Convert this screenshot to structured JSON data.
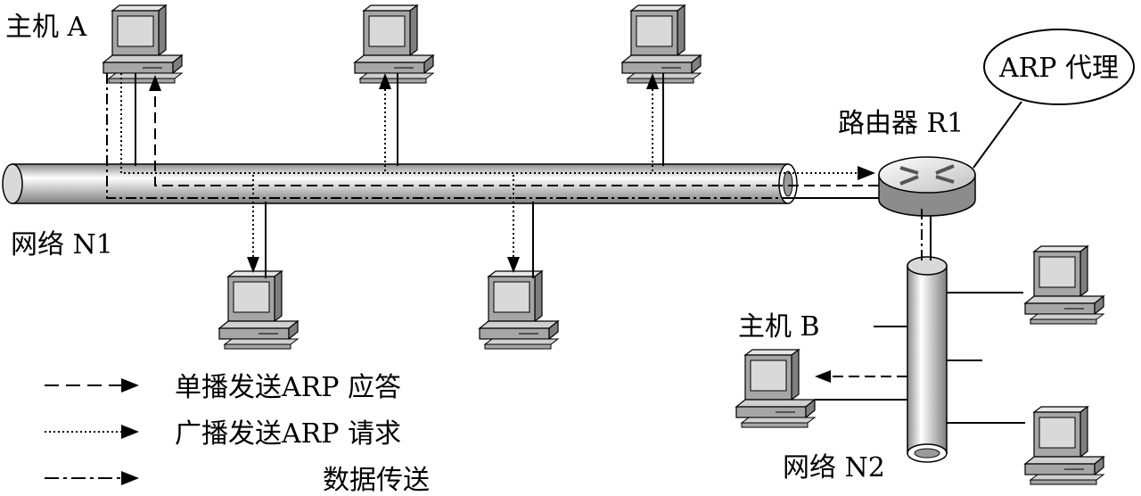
{
  "labels": {
    "host_a": "主机 A",
    "host_b": "主机 B",
    "router": "路由器 R1",
    "arp_proxy": "ARP 代理",
    "network_n1": "网络 N1",
    "network_n2": "网络 N2"
  },
  "legend": [
    {
      "text": "单播发送ARP 应答",
      "style": "dashed"
    },
    {
      "text": "广播发送ARP 请求",
      "style": "dotted"
    },
    {
      "text": "数据传送",
      "style": "dash-dot"
    }
  ],
  "colors": {
    "line": "#000000",
    "monitor_screen": "#d9d9d9",
    "computer_body": "#a6a6a6",
    "pipe_light": "#ffffff",
    "pipe_dark": "#9a9a9a"
  },
  "icons": {
    "computer": "desktop-computer-icon",
    "router": "router-icon"
  }
}
